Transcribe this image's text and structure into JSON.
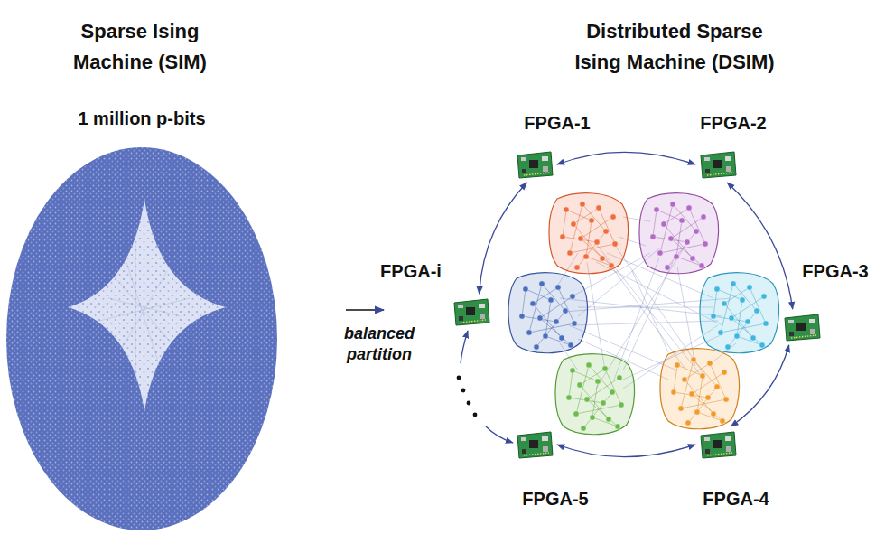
{
  "diagram": {
    "nodes": [
      {
        "text": [
          "FPGA-1"
        ]
      },
      {
        "text": [
          "FPGA-2"
        ]
      },
      {
        "text": [
          "FPGA-3"
        ]
      },
      {
        "text": [
          "FPGA-4"
        ]
      },
      {
        "text": [
          "FPGA-5"
        ]
      },
      {
        "text": [
          "FPGA-i"
        ]
      }
    ],
    "edges": [
      {
        "from": 0,
        "to": 1,
        "arrow": "both"
      },
      {
        "from": 1,
        "to": 2,
        "arrow": "both"
      },
      {
        "from": 2,
        "to": 3,
        "arrow": "both"
      },
      {
        "from": 3,
        "to": 4,
        "arrow": "both"
      },
      {
        "from": 5,
        "to": 0,
        "arrow": "both"
      }
    ],
    "labels": [
      "Sparse Ising Machine (SIM)",
      "1 million p-bits",
      "Distributed Sparse Ising Machine (DSIM)",
      "balanced partition"
    ]
  }
}
